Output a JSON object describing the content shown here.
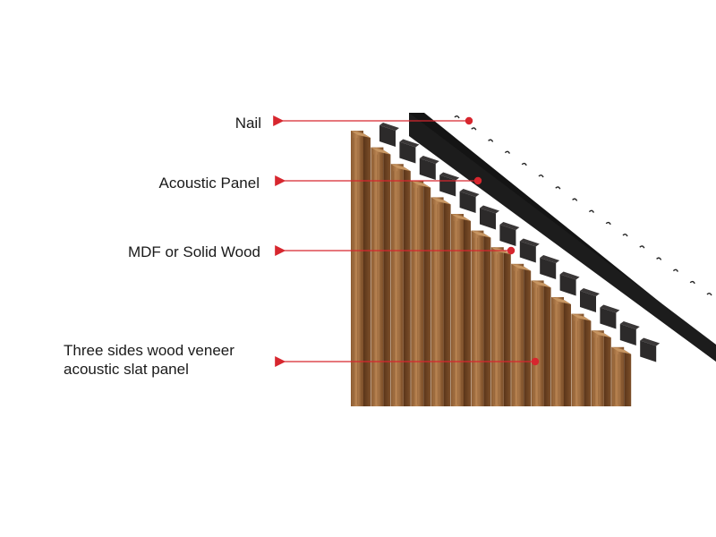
{
  "labels": {
    "nail": "Nail",
    "acoustic_panel": "Acoustic Panel",
    "mdf": "MDF or Solid Wood",
    "veneer_line1": "Three sides wood veneer",
    "veneer_line2": "acoustic slat panel"
  },
  "colors": {
    "arrow": "#d7262e",
    "wood_light": "#b07a48",
    "wood_dark": "#6b4324",
    "panel_black": "#141414",
    "mdf_block": "#2c2a2a",
    "wall": "#ffffff"
  }
}
